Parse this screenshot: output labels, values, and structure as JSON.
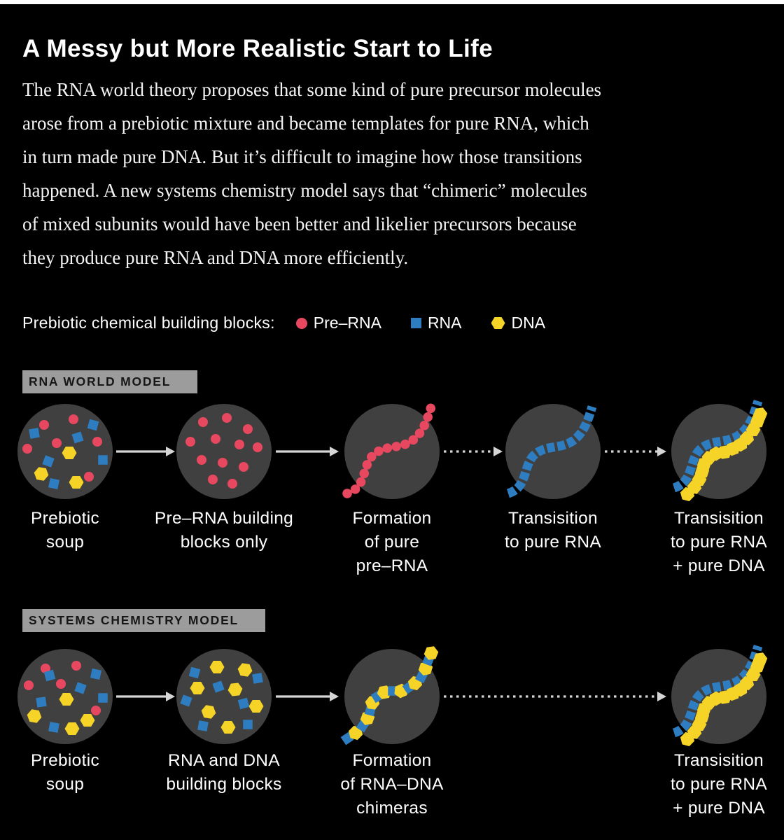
{
  "title": "A Messy but More Realistic Start to Life",
  "intro": "The RNA world theory proposes that some kind of pure precursor molecules\narose from a prebiotic mixture and became templates for pure RNA, which\nin turn made pure DNA. But it’s difficult to imagine how those transitions\nhappened. A new systems chemistry model says that “chimeric” molecules\nof mixed subunits would have been better and likelier precursors because\nthey produce pure RNA and DNA more efficiently.",
  "legend": {
    "label": "Prebiotic chemical  building blocks:",
    "items": [
      {
        "label": "Pre–RNA",
        "icon": "circle",
        "color": "#e8485f"
      },
      {
        "label": "RNA",
        "icon": "square",
        "color": "#2e7dc0"
      },
      {
        "label": "DNA",
        "icon": "hexagon",
        "color": "#f5d327"
      }
    ]
  },
  "sections": [
    {
      "label": "RNA WORLD MODEL",
      "steps": [
        "Prebiotic\nsoup",
        "Pre–RNA building\nblocks only",
        "Formation\nof pure\npre–RNA",
        "Transisition\nto pure RNA",
        "Transisition\nto pure RNA\n+ pure DNA"
      ]
    },
    {
      "label": "SYSTEMS CHEMISTRY MODEL",
      "steps": [
        "Prebiotic\nsoup",
        "RNA and DNA\nbuilding blocks",
        "Formation\nof RNA–DNA\nchimeras",
        "Transisition\nto pure RNA\n+ pure DNA"
      ]
    }
  ],
  "colors": {
    "background": "#000000",
    "text": "#ffffff",
    "pre_rna": "#e8485f",
    "rna": "#2e7dc0",
    "dna": "#f5d327",
    "disc": "#404040",
    "section_label_bg": "#9c9c9c",
    "section_label_text": "#161616",
    "arrow": "#d5d5d5"
  }
}
